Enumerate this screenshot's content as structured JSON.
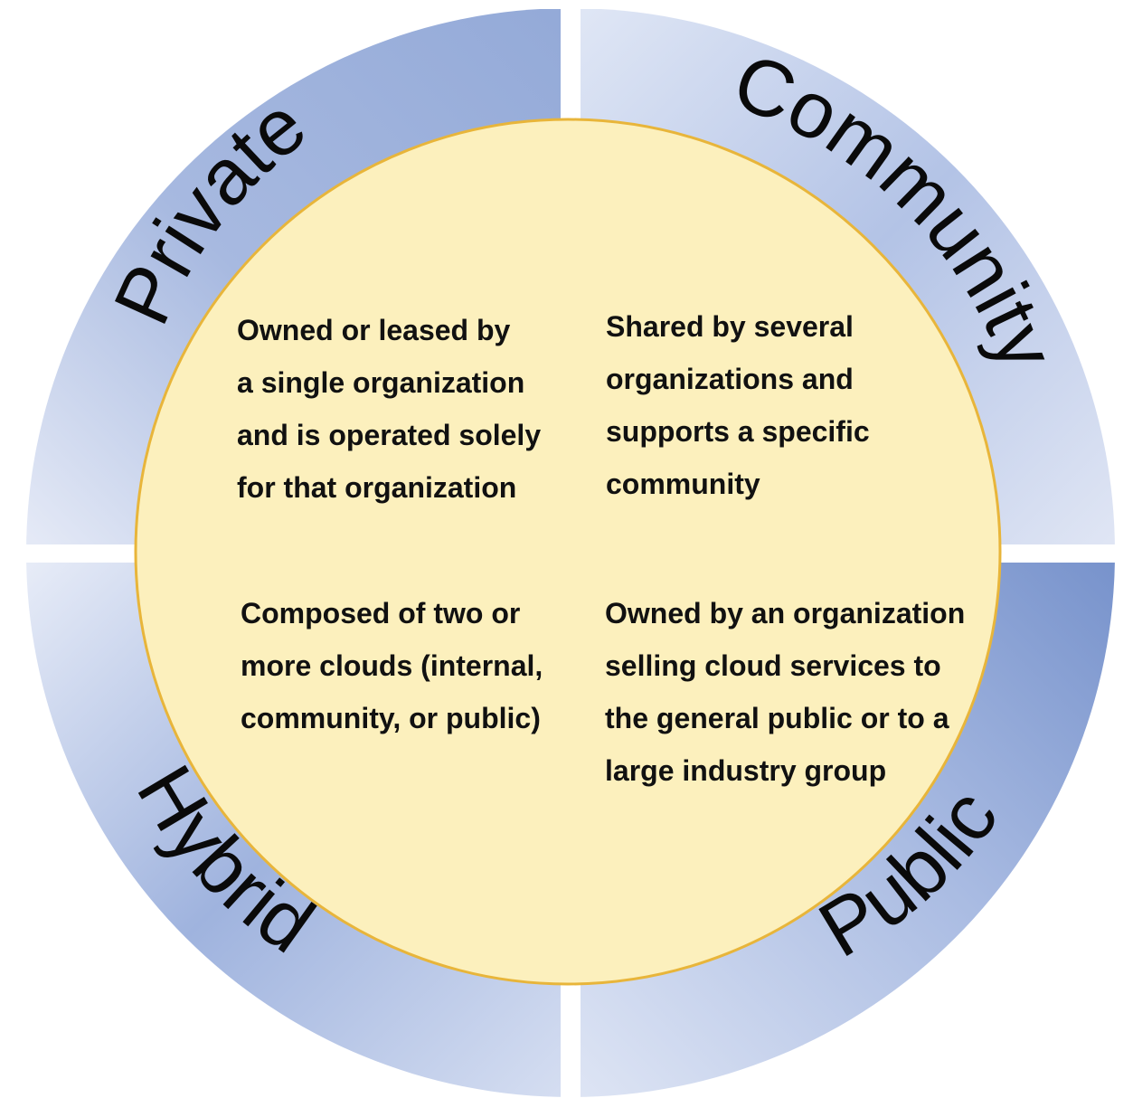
{
  "colors": {
    "ring_light": "#e6ebf7",
    "ring_dark": "#7e98cf",
    "center_fill": "#fcf0bd",
    "center_stroke": "#e8b53a",
    "text": "#111111"
  },
  "segments": [
    {
      "id": "private",
      "label": "Private",
      "description": [
        "Owned or leased by",
        "a single organization",
        "and is operated solely",
        "for that organization"
      ]
    },
    {
      "id": "community",
      "label": "Community",
      "description": [
        "Shared by several",
        "organizations and",
        "supports a specific",
        "community"
      ]
    },
    {
      "id": "hybrid",
      "label": "Hybrid",
      "description": [
        "Composed of two or",
        "more clouds (internal,",
        "community, or public)"
      ]
    },
    {
      "id": "public",
      "label": "Public",
      "description": [
        "Owned by an organization",
        "selling cloud services to",
        "the general public or to a",
        "large industry group"
      ]
    }
  ]
}
